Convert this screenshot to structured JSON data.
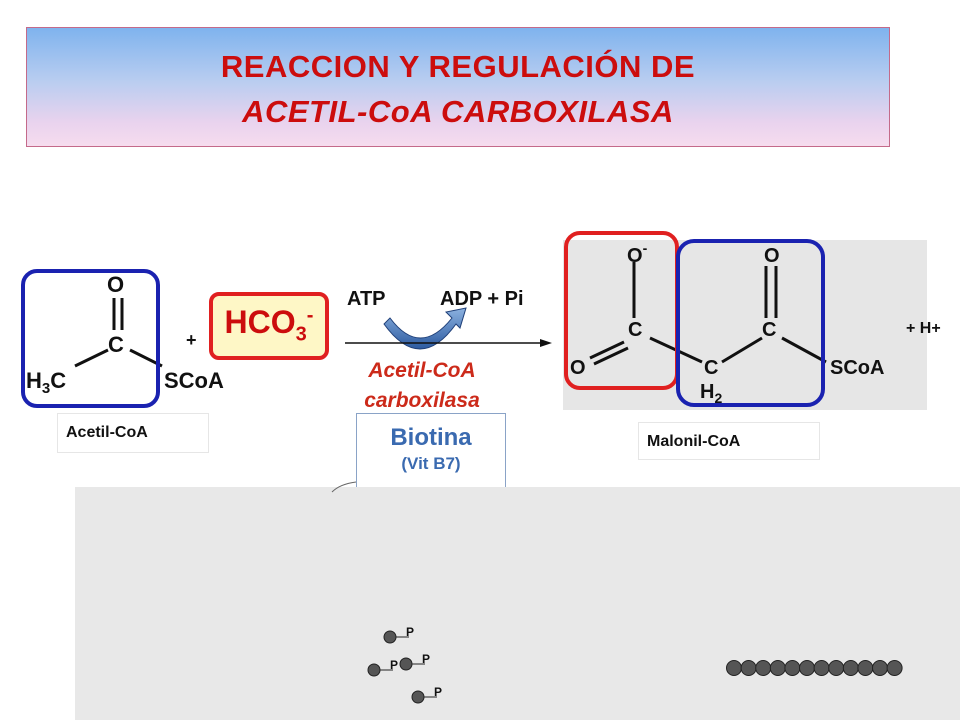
{
  "title": {
    "line1": "REACCION Y REGULACIÓN DE",
    "line2": "ACETIL-CoA CARBOXILASA"
  },
  "reaction": {
    "substrate_label": "Acetil-CoA",
    "plus_sign": "+",
    "bicarbonate": {
      "base": "HCO",
      "subscript": "3",
      "superscript": "-"
    },
    "cofactor_in": "ATP",
    "cofactor_out": "ADP + Pi",
    "enzyme_line1": "Acetil-CoA",
    "enzyme_line2": "carboxilasa",
    "product_label": "Malonil-CoA",
    "proton": "+ H+"
  },
  "acetyl_structure": {
    "O": "O",
    "C": "C",
    "H": "H",
    "three": "3",
    "SCoA": "SCoA"
  },
  "malonyl_structure": {
    "O": "O",
    "O_minus": "-",
    "C": "C",
    "H": "H",
    "two": "2",
    "SCoA": "SCoA"
  },
  "biotin": {
    "name": "Biotina",
    "vitamin": "(Vit B7)"
  },
  "regulation": {
    "phosphate_label": "P",
    "phosphate_count": 4,
    "polymer_bead_count": 12
  },
  "colors": {
    "title_text": "#cc0d0d",
    "red_outline": "#e02020",
    "blue_outline": "#1a22b0",
    "enzyme_text": "#cc2a1a",
    "biotin_text": "#3a6ab0",
    "bicarbonate_fill": "#fef7c6"
  }
}
